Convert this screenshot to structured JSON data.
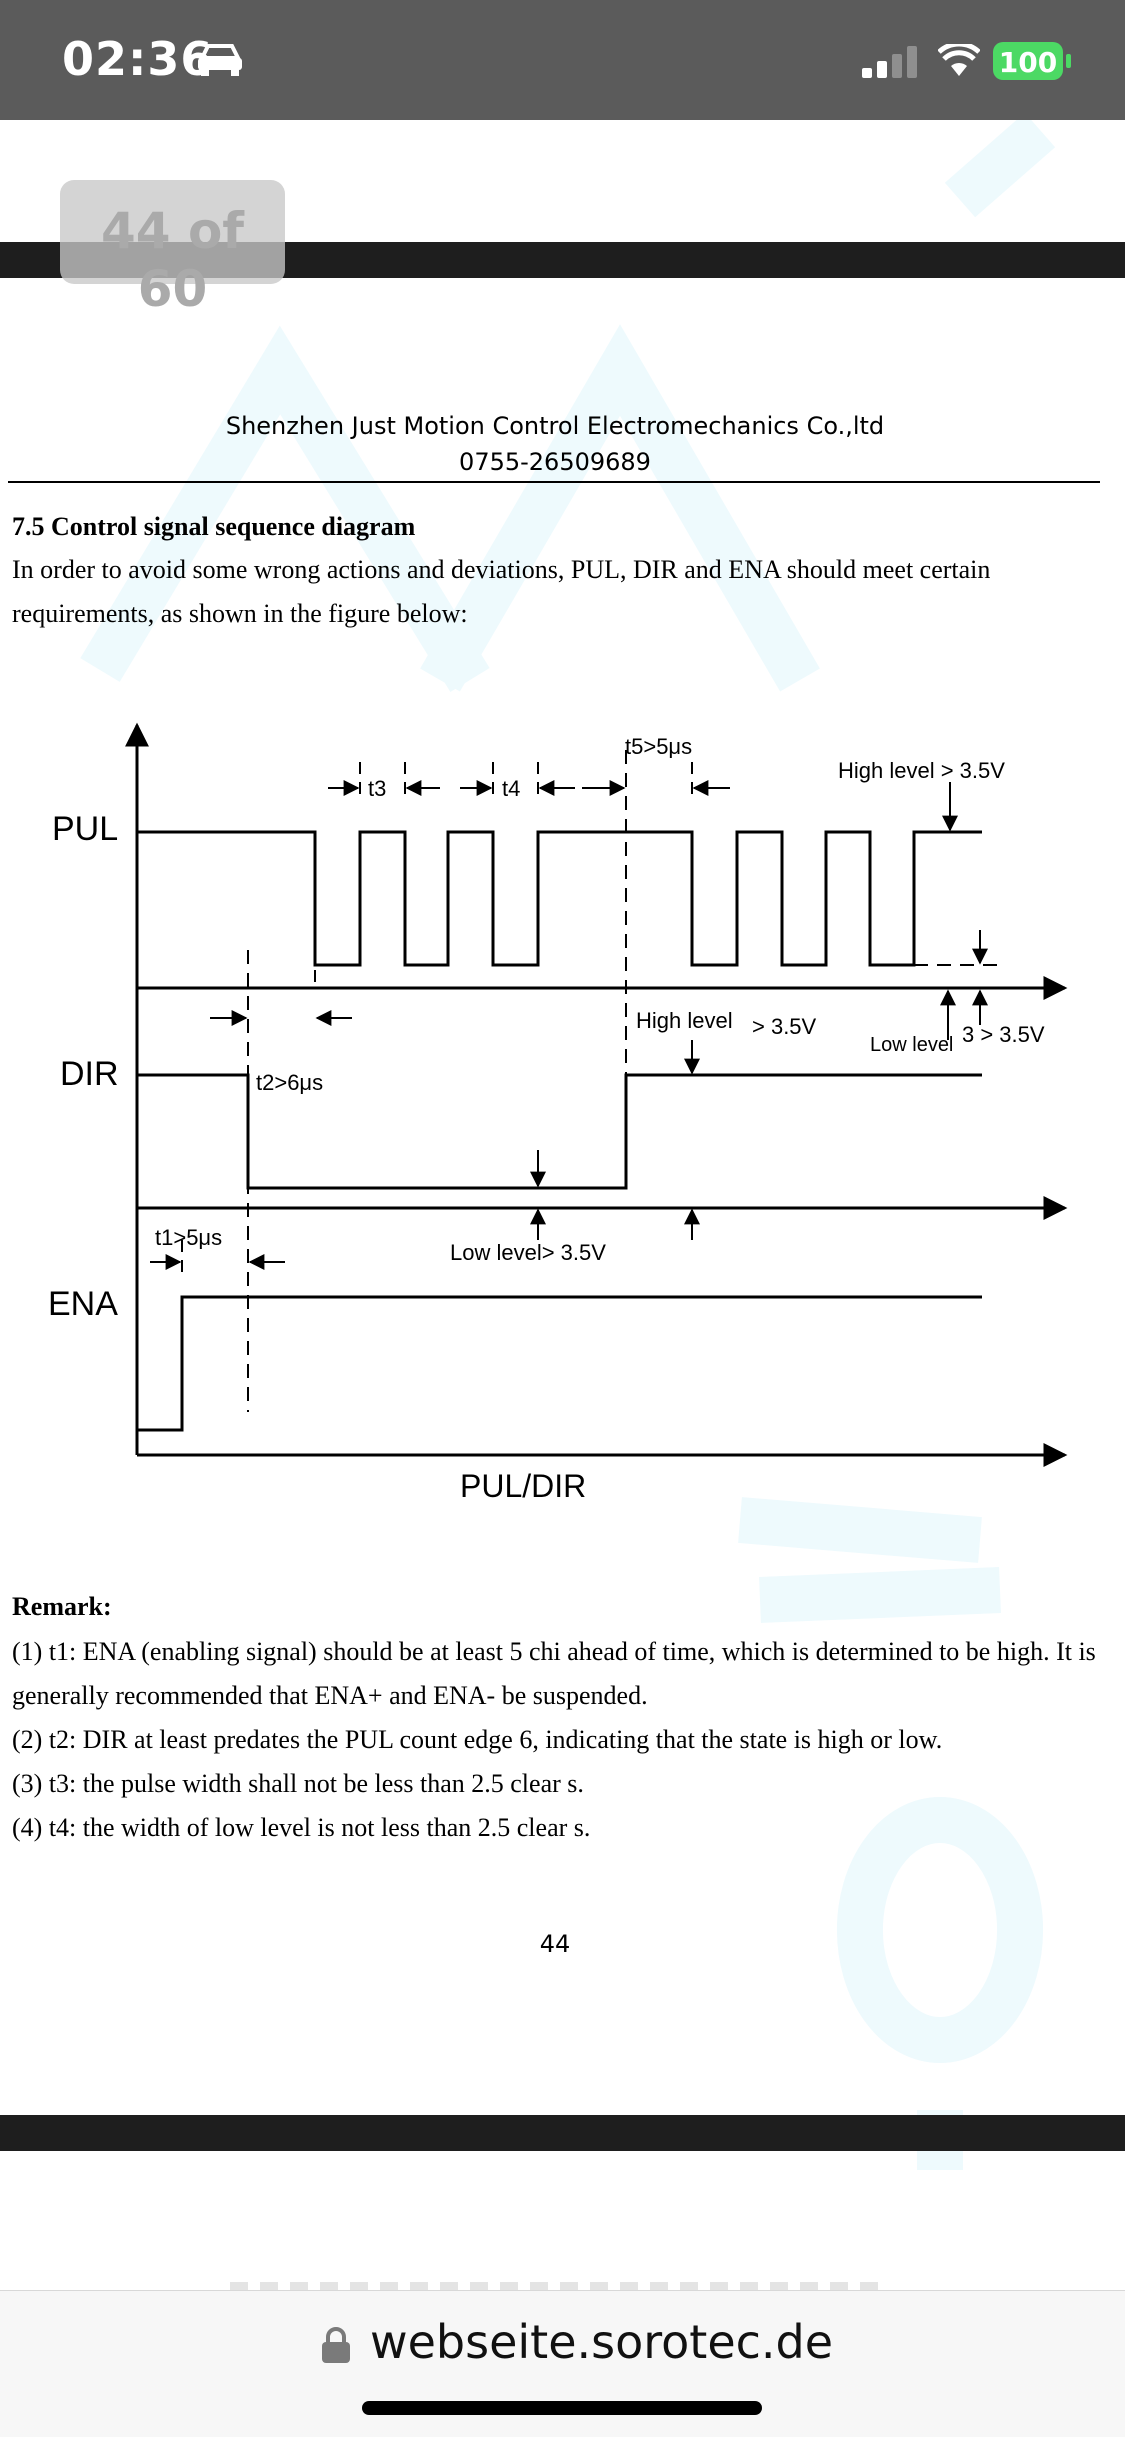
{
  "status_bar": {
    "time": "02:36",
    "battery": "100"
  },
  "page_indicator": "44 of 60",
  "header": {
    "company": "Shenzhen Just Motion Control Electromechanics Co.,ltd",
    "phone": "0755-26509689"
  },
  "section": {
    "title": "7.5 Control signal sequence diagram",
    "intro": "In order to avoid some wrong actions and deviations, PUL, DIR and ENA should meet certain requirements, as shown in the figure below:"
  },
  "diagram": {
    "signals": {
      "pul": "PUL",
      "dir": "DIR",
      "ena": "ENA"
    },
    "labels": {
      "t3": "t3",
      "t4": "t4",
      "t5": "t5>5μs",
      "high_level_pul": "High level  > 3.5V",
      "t2": "t2>6μs",
      "high_level_dir": "High level",
      "high_level_dir_value": "> 3.5V",
      "low_level_pul": "Low level",
      "low_level_pul_value": "3 > 3.5V",
      "t1": "t1>5μs",
      "low_level_dir": "Low level> 3.5V",
      "x_axis": "PUL/DIR"
    }
  },
  "remarks": {
    "title": "Remark:",
    "items": [
      "(1) t1: ENA (enabling signal) should be at least 5 chi ahead of time, which is determined to be high. It is generally recommended that ENA+ and ENA- be suspended.",
      "(2) t2: DIR at least predates the PUL count edge 6, indicating that the state is high or low.",
      "(3) t3: the pulse width shall not be less than 2.5 clear s.",
      "(4) t4: the width of low level is not less than 2.5 clear s."
    ]
  },
  "page_number": "44",
  "browser": {
    "url": "webseite.sorotec.de"
  }
}
